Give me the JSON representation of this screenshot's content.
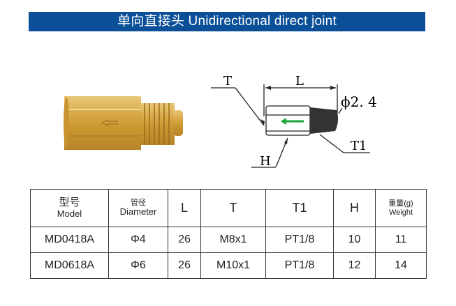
{
  "banner": {
    "title": "单向直接头 Unidirectional direct joint",
    "color": "#0a4f97"
  },
  "drawing": {
    "label_T": "T",
    "label_L": "L",
    "label_phi": "ϕ2. 4",
    "label_H": "H",
    "label_T1": "T1",
    "arrow_color": "#1aa63a"
  },
  "table": {
    "headers": [
      {
        "cn": "型号",
        "en": "Model"
      },
      {
        "cn": "管径",
        "en": "Diameter"
      },
      {
        "en": "L"
      },
      {
        "en": "T"
      },
      {
        "en": "T1"
      },
      {
        "en": "H"
      },
      {
        "cn": "重量(g)",
        "en": "Weight"
      }
    ],
    "rows": [
      [
        "MD0418A",
        "Φ4",
        "26",
        "M8x1",
        "PT1/8",
        "10",
        "11"
      ],
      [
        "MD0618A",
        "Φ6",
        "26",
        "M10x1",
        "PT1/8",
        "12",
        "14"
      ]
    ]
  }
}
